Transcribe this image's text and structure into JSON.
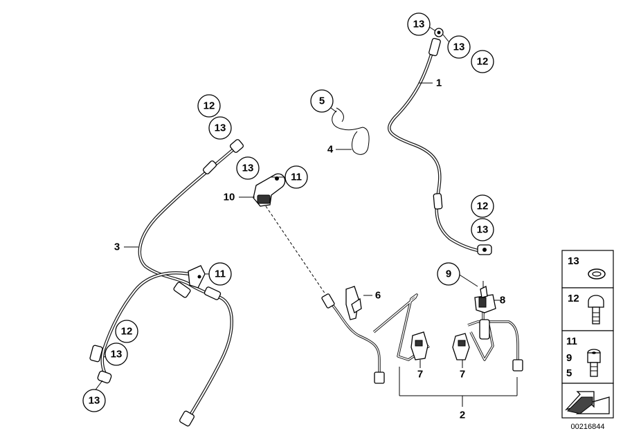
{
  "callouts": {
    "c1": "13",
    "c2": "13",
    "c3": "12",
    "c4": "12",
    "c5": "13",
    "c6": "12",
    "c7": "13",
    "c8": "13",
    "c9": "11",
    "c10": "11",
    "c11": "12",
    "c12": "13",
    "c13": "13",
    "c14": "5",
    "c15": "9"
  },
  "labels": {
    "l1": "1",
    "l2": "2",
    "l3": "3",
    "l4": "4",
    "l6": "6",
    "l7a": "7",
    "l7b": "7",
    "l8": "8",
    "l10": "10"
  },
  "legend": {
    "row1": "13",
    "row2": "12",
    "row3_a": "11",
    "row3_b": "9",
    "row3_c": "5"
  },
  "diagram_code": "00216844"
}
